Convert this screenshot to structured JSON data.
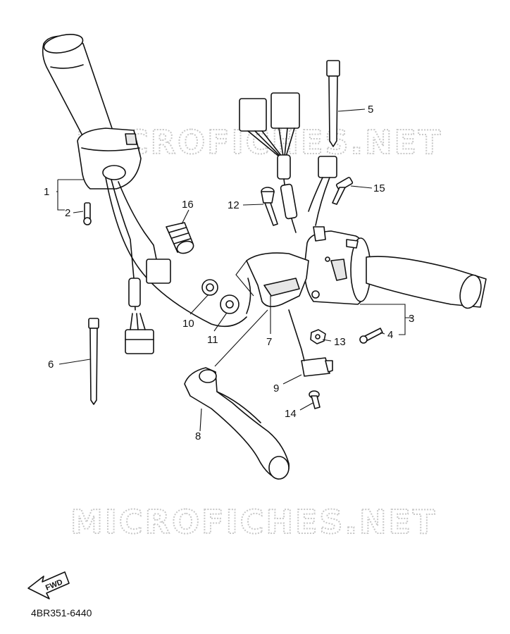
{
  "watermarks": [
    "MICROFICHES.NET",
    "MICROFICHES.NET"
  ],
  "callouts": [
    "1",
    "2",
    "3",
    "4",
    "5",
    "6",
    "7",
    "8",
    "9",
    "10",
    "11",
    "12",
    "13",
    "14",
    "15",
    "16"
  ],
  "arrow_label": "FWD",
  "diagram_code": "4BR351-6440"
}
